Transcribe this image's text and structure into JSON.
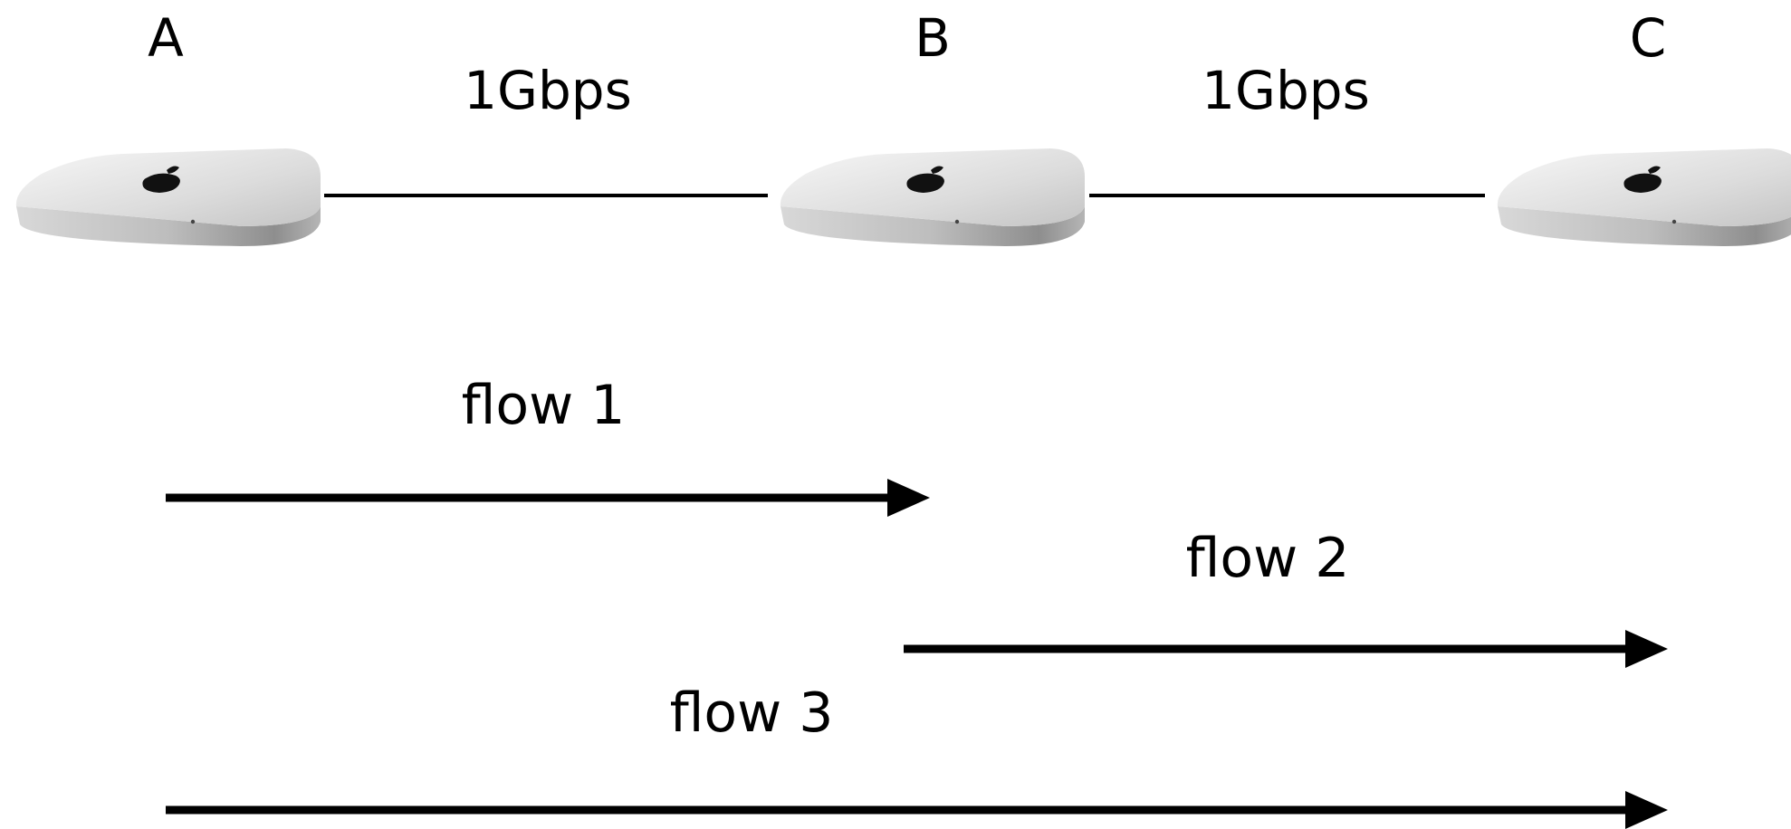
{
  "nodes": [
    {
      "id": "A",
      "label": "A",
      "icon": "mac-mini-icon"
    },
    {
      "id": "B",
      "label": "B",
      "icon": "mac-mini-icon"
    },
    {
      "id": "C",
      "label": "C",
      "icon": "mac-mini-icon"
    }
  ],
  "links": [
    {
      "from": "A",
      "to": "B",
      "label": "1Gbps"
    },
    {
      "from": "B",
      "to": "C",
      "label": "1Gbps"
    }
  ],
  "flows": [
    {
      "label": "flow 1",
      "from": "A",
      "to": "B"
    },
    {
      "label": "flow 2",
      "from": "B",
      "to": "C"
    },
    {
      "label": "flow 3",
      "from": "A",
      "to": "C"
    }
  ],
  "colors": {
    "stroke": "#000000",
    "background": "#ffffff",
    "device_light": "#f4f4f4",
    "device_dark": "#9a9a9a"
  }
}
